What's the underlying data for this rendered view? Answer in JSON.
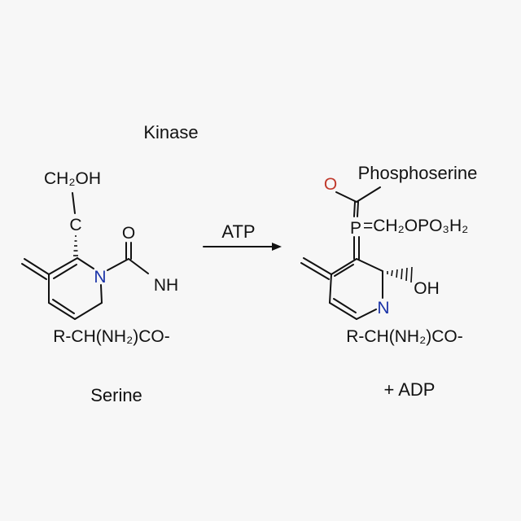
{
  "enzyme_label": "Kinase",
  "cofactor_label": "ATP",
  "byproduct_label": "+ ADP",
  "reactant": {
    "name": "Serine",
    "side_chain": "CH₂OH",
    "carbon": "C",
    "nitrogen": "N",
    "carbonyl_oxygen": "O",
    "amide": "NH",
    "substituent": "R-CH(NH₂)CO-"
  },
  "product": {
    "name": "Phosphoserine",
    "oxygen": "O",
    "phosphorus": "P",
    "phosphate_group": "=CH₂OPO₃H₂",
    "hydroxyl": "OH",
    "nitrogen": "N",
    "substituent": "R-CH(NH₂)CO-"
  },
  "colors": {
    "oxygen_red": "#c0392b",
    "nitrogen_blue": "#1a33a8",
    "bond": "#111111"
  }
}
